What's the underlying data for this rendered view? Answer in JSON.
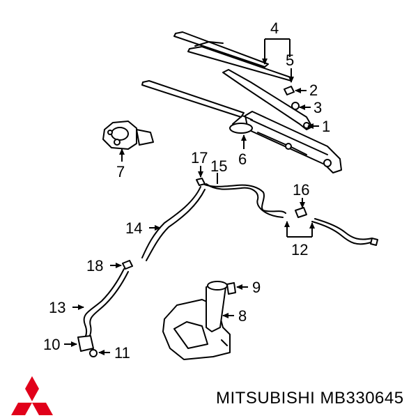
{
  "diagram": {
    "callouts": {
      "c1": "1",
      "c2": "2",
      "c3": "3",
      "c4": "4",
      "c5": "5",
      "c6": "6",
      "c7": "7",
      "c8": "8",
      "c9": "9",
      "c10": "10",
      "c11": "11",
      "c12": "12",
      "c13": "13",
      "c14": "14",
      "c15": "15",
      "c16": "16",
      "c17": "17",
      "c18": "18"
    }
  },
  "footer": {
    "brand": "MITSUBISHI",
    "part_number": "MB330645"
  },
  "colors": {
    "line": "#000000",
    "logo": "#e1001a",
    "background": "#ffffff"
  },
  "logo": {
    "icon": "three-diamonds-logo"
  }
}
